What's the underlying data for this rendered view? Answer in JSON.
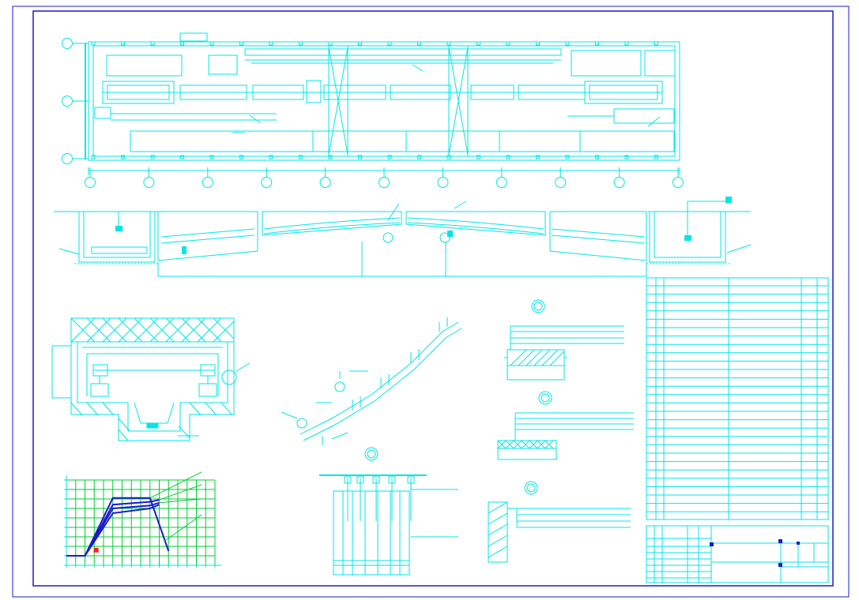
{
  "drawing": {
    "line_color": "#00e5e5",
    "frame_color": "#1a1acc",
    "grid_color": "#00cc33",
    "curve_color": "#1a1acc",
    "marker_color": "#ff2020",
    "leader_color": "#00cc33"
  },
  "plan": {
    "axis_count_bottom": 11,
    "axis_count_left": 3
  },
  "chart_data": {
    "type": "line",
    "title": "",
    "xlabel": "",
    "ylabel": "",
    "grid": true,
    "xlim": [
      0,
      16
    ],
    "ylim": [
      0,
      9
    ],
    "series": [
      {
        "values": [
          [
            0,
            1
          ],
          [
            2,
            1
          ],
          [
            5,
            7.1
          ],
          [
            9,
            7.1
          ],
          [
            11,
            1.5
          ]
        ]
      },
      {
        "values": [
          [
            2,
            1
          ],
          [
            5,
            6.4
          ],
          [
            9,
            6.7
          ],
          [
            10,
            6.9
          ]
        ]
      },
      {
        "values": [
          [
            2,
            1
          ],
          [
            5,
            6.0
          ],
          [
            9,
            6.3
          ],
          [
            10,
            6.6
          ]
        ]
      },
      {
        "values": [
          [
            2,
            1
          ],
          [
            5,
            5.5
          ],
          [
            9,
            6.0
          ],
          [
            10,
            6.4
          ]
        ]
      }
    ],
    "marker_point": [
      3.2,
      1.6
    ]
  }
}
